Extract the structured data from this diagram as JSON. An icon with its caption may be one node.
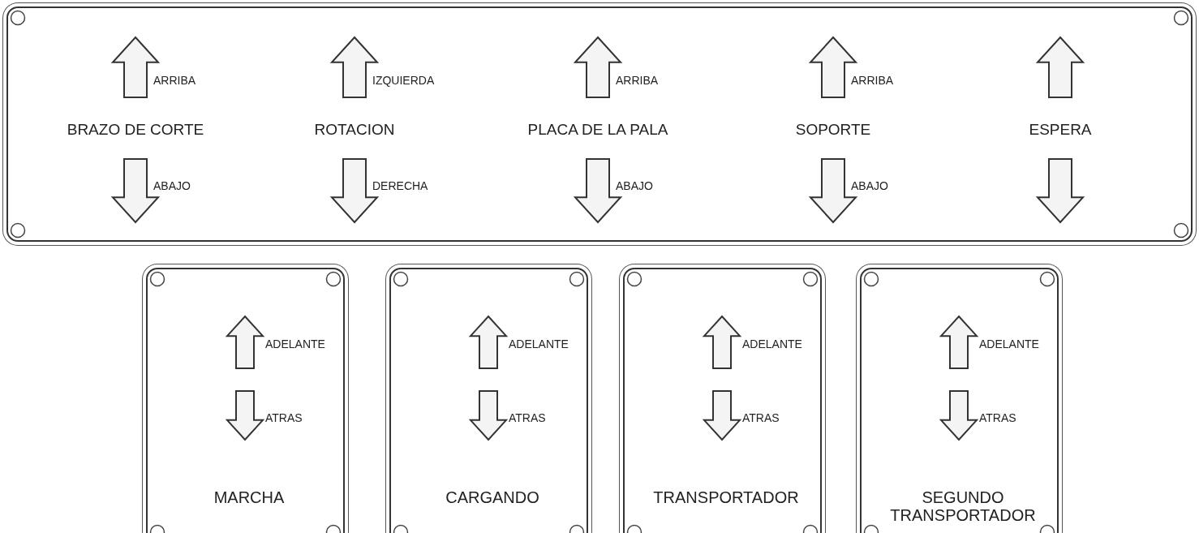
{
  "diagram": {
    "nodes": [
      {
        "text": [
          "ARRIBA",
          "BRAZO DE CORTE",
          "ABAJO",
          "IZQUIERDA",
          "ROTACION",
          "DERECHA",
          "ARRIBA",
          "PLACA DE LA PALA",
          "ABAJO",
          "ARRIBA",
          "SOPORTE",
          "ABAJO",
          "ESPERA"
        ]
      },
      {
        "text": [
          "ADELANTE",
          "ATRAS",
          "MARCHA"
        ]
      },
      {
        "text": [
          "ADELANTE",
          "ATRAS",
          "CARGANDO"
        ]
      },
      {
        "text": [
          "ADELANTE",
          "ATRAS",
          "TRANSPORTADOR"
        ]
      },
      {
        "text": [
          "ADELANTE",
          "ATRAS",
          "SEGUNDO TRANSPORTADOR"
        ]
      }
    ]
  }
}
